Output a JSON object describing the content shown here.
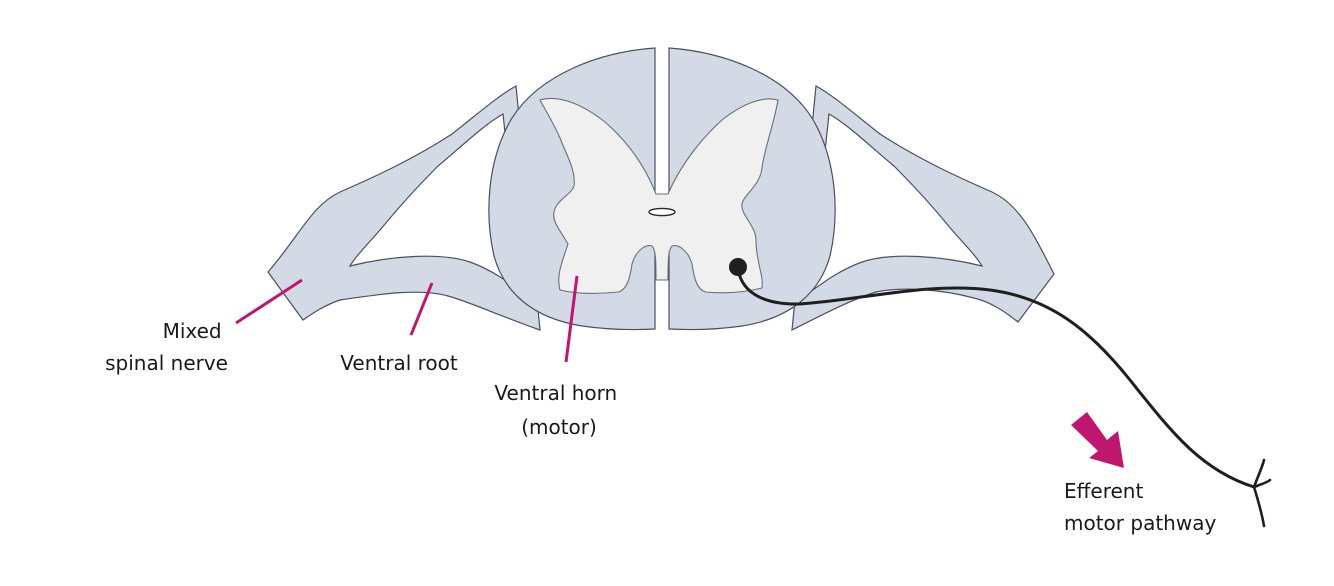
{
  "colors": {
    "white_matter": "#d4dae5",
    "white_matter_outline": "#4a4f5c",
    "grey_matter": "#f0f0f1",
    "leader_line": "#c0176e",
    "arrow": "#c0176e",
    "neuron": "#1f1f1f",
    "text": "#1a1a1a"
  },
  "labels": {
    "mixed_nerve": {
      "line1": "Mixed",
      "line2": "spinal nerve"
    },
    "ventral_root": {
      "line1": "Ventral root"
    },
    "ventral_horn": {
      "line1": "Ventral horn",
      "line2": "(motor)"
    },
    "efferent": {
      "line1": "Efferent",
      "line2": "motor pathway"
    }
  }
}
